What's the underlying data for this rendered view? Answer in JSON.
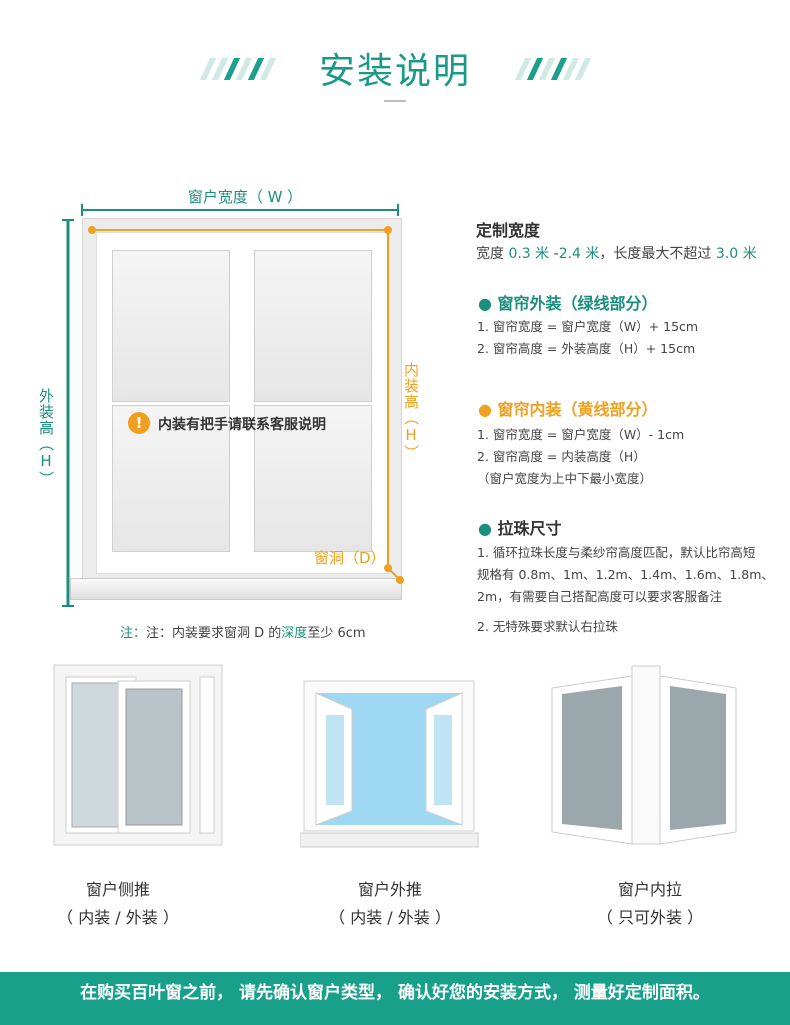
{
  "title": "安装说明",
  "diagram": {
    "width_label": "窗户宽度（ W ）",
    "outer_height_label": "外装高（H）",
    "inner_height_label": "内装高（H）",
    "depth_label": "窗洞（D）",
    "handle_note": "内装有把手请联系客服说明",
    "handle_note_icon": "!",
    "footnote_prefix": "注：内装要求窗洞 D 的",
    "footnote_highlight": "深度",
    "footnote_suffix": "至少 6cm"
  },
  "custom_width": {
    "heading": "定制宽度",
    "prefix": "宽度 ",
    "min": "0.3 米",
    "dash": " -",
    "max": "2.4 米",
    "mid": "，长度最大不超过 ",
    "length_max": "3.0 米"
  },
  "outer_install": {
    "heading": "窗帘外装（绿线部分）",
    "items": [
      "1. 窗帘宽度 = 窗户宽度（W）+ 15cm",
      "2. 窗帘高度 = 外装高度（H）+ 15cm"
    ]
  },
  "inner_install": {
    "heading": "窗帘内装（黄线部分）",
    "items": [
      "1. 窗帘宽度 = 窗户宽度（W）- 1cm",
      "2. 窗帘高度 = 内装高度（H）",
      "（窗户宽度为上中下最小宽度）"
    ]
  },
  "bead_chain": {
    "heading": "拉珠尺寸",
    "items": [
      "1. 循环拉珠长度与柔纱帘高度匹配，默认比帘高短",
      "规格有 0.8m、1m、1.2m、1.4m、1.6m、1.8m、",
      "2m，有需要自己搭配高度可以要求客服备注",
      "2. 无特殊要求默认右拉珠"
    ]
  },
  "window_types": [
    {
      "name": "窗户侧推",
      "note": "（ 内装 / 外装 ）"
    },
    {
      "name": "窗户外推",
      "note": "（ 内装 / 外装 ）"
    },
    {
      "name": "窗户内拉",
      "note": "（ 只可外装 ）"
    }
  ],
  "footer": "在购买百叶窗之前， 请先确认窗户类型， 确认好您的安装方式， 测量好定制面积。",
  "colors": {
    "teal": "#1a9a86",
    "orange": "#f0a020",
    "footer_bg": "#18a08a"
  }
}
